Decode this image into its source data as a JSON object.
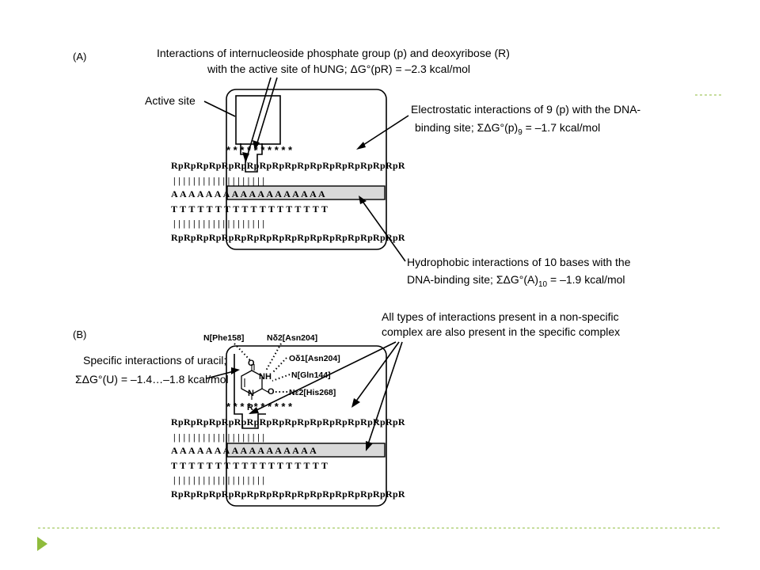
{
  "panel_a": {
    "label": "(A)",
    "top_note_line1": "Interactions of internucleoside phosphate group (p) and deoxyribose (R)",
    "top_note_line2": "with the active site of hUNG; ΔG°(pR) = –2.3 kcal/mol",
    "active_site": "Active site",
    "electro_line1": "Electrostatic interactions of 9 (p) with the DNA-",
    "electro_line2_pre": "binding site; ΣΔG°(p)",
    "electro_line2_sub": "9",
    "electro_line2_post": " = –1.7 kcal/mol",
    "hydro_line1": "Hydrophobic interactions of 10 bases with the",
    "hydro_line2_pre": "DNA-binding site; ΣΔG°(A)",
    "hydro_line2_sub": "10",
    "hydro_line2_post": " = –1.9 kcal/mol",
    "stars": "*  *  *  *  *  *  *  *  *  *",
    "strand_top": "RpRpRpRpRpRpRpRpRpRpRpRpRpRpRpRpRpRpR",
    "ticks": "|    |    |    |    |    |    |    |    |    |    |    |    |    |    |    |    |    |    |",
    "row_a": "A   A   A   A   A   A   A   A   A   A   A   A   A   A   A   A   A   A",
    "row_t": "T   T   T   T   T   T   T   T   T   T   T   T   T   T   T   T   T   T",
    "strand_bottom": "RpRpRpRpRpRpRpRpRpRpRpRpRpRpRpRpRpRpR"
  },
  "panel_b": {
    "label": "(B)",
    "all_types_line1": "All types of interactions present in a non-specific",
    "all_types_line2": "complex are also present in the specific complex",
    "specific_line1": "Specific interactions of uracil;",
    "specific_line2": "ΣΔG°(U) = –1.4…–1.8 kcal/mol",
    "n_phe158": "N[Phe158]",
    "nd2_asn204": "Nδ2[Asn204]",
    "od1_asn204": "Oδ1[Asn204]",
    "n_gln144": "N[Gln144]",
    "ne2_his268": "Nε2[His268]",
    "ring_o_top": "O",
    "ring_nh": "NH",
    "ring_n": "N",
    "ring_o_side": "O",
    "ring_r": "R",
    "stars": "*  *  *  *  *  *  *  *  *  *",
    "strand_top": "RpRpRpRpRpRpRpRpRpRpRpRpRpRpRpRpRpRpR",
    "ticks": "|    |    |    |    |    |    |    |    |    |    |    |    |    |    |    |    |    |    |",
    "row_a": "A   A   A   A   A             A   A   A   A   A   A   A   A   A   A   A   A",
    "row_t": "T   T   T   T   T   T   T   T   T   T   T   T   T   T   T   T   T   T",
    "strand_bottom": "RpRpRpRpRpRpRpRpRpRpRpRpRpRpRpRpRpRpR"
  },
  "colors": {
    "accent": "#8fbc3c",
    "highlight": "#d9d9d9"
  }
}
